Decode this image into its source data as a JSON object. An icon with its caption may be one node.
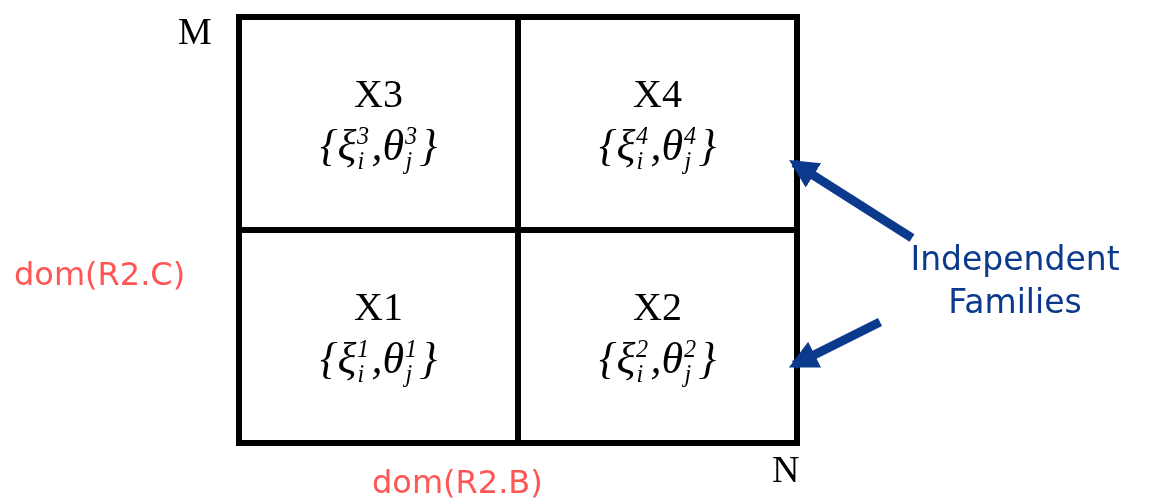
{
  "diagram": {
    "nodes": [
      {
        "text": [],
        "shape": "box"
      },
      {
        "text": [
          "X3",
          "{ξ$_{i}$$^{3}$,θ$_{j}$$^{3}$}"
        ],
        "in": 0
      },
      {
        "text": [
          "X4",
          "{ξ$_{i}$$^{4}$,θ$_{j}$$^{4}$}"
        ],
        "in": 0
      },
      {
        "text": [
          "X1",
          "{ξ$_{i}$$^{1}$,θ$_{j}$$^{1}$}"
        ],
        "in": 0
      },
      {
        "text": [
          "X2",
          "{ξ$_{i}$$^{2}$,θ$_{j}$$^{2}$}"
        ],
        "in": 0
      },
      {
        "text": [
          "Independent Families"
        ]
      }
    ],
    "edges": [
      {
        "from": 5,
        "to": 2,
        "arrow": "to"
      },
      {
        "from": 5,
        "to": 4,
        "arrow": "to"
      }
    ],
    "labels": [
      "M",
      "dom(R2.C)",
      "dom(R2.B)",
      "N"
    ]
  }
}
